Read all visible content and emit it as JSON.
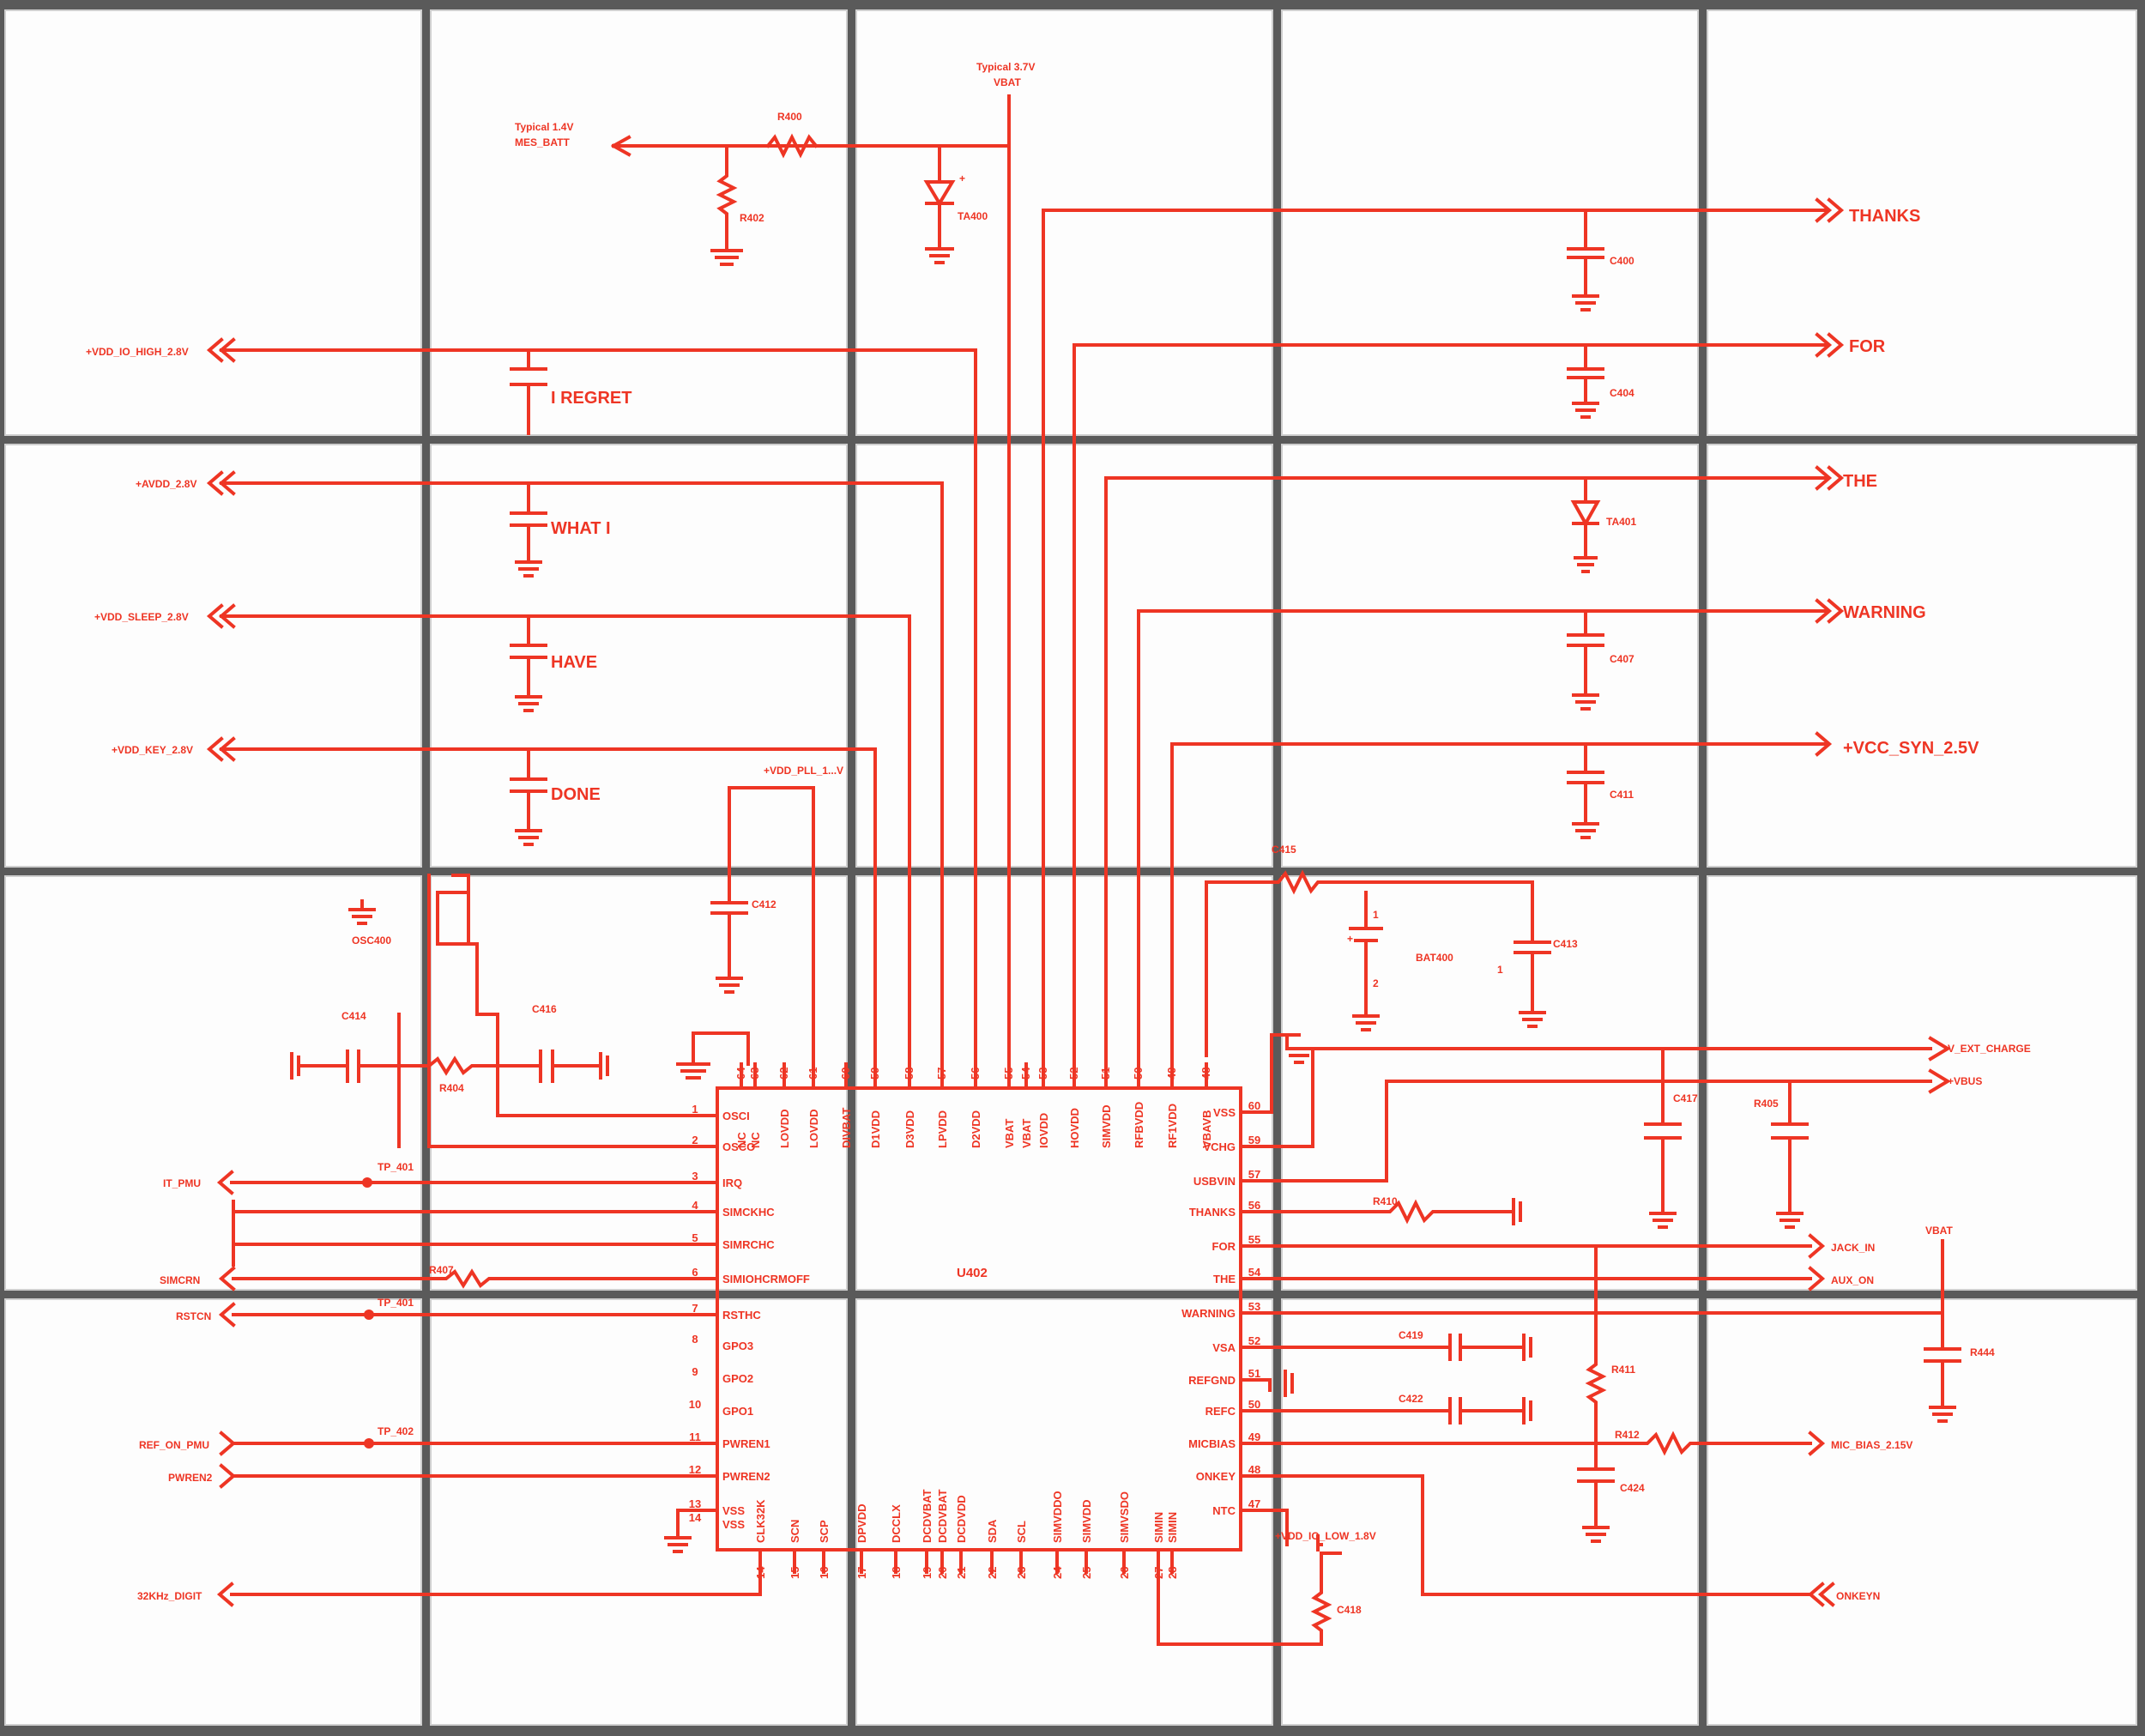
{
  "schematic": {
    "chip_ref": "U402",
    "top_nets": {
      "battery_voltage_note": "Typical 3.7V",
      "battery_net": "VBAT",
      "meas_note": "Typical 1.4V",
      "meas_net": "MES_BATT",
      "pll_net": "+VDD_PLL_1...V",
      "io_low_net": "+VDD_IO_LOW_1.8V",
      "vbat_right": "VBAT"
    },
    "left_nets": [
      "+VDD_IO_HIGH_2.8V",
      "+AVDD_2.8V",
      "+VDD_SLEEP_2.8V",
      "+VDD_KEY_2.8V",
      "IT_PMU",
      "SIMCRN",
      "RSTCN",
      "REF_ON_PMU",
      "PWREN2",
      "32KHz_DIGIT"
    ],
    "right_nets": [
      "THANKS",
      "FOR",
      "THE",
      "WARNING",
      "+VCC_SYN_2.5V",
      "V_EXT_CHARGE",
      "+VBUS",
      "JACK_IN",
      "AUX_ON",
      "MIC_BIAS_2.15V",
      "ONKEYN"
    ],
    "capacitor_notes": [
      "I REGRET",
      "WHAT I",
      "HAVE",
      "DONE"
    ],
    "components": [
      "R400",
      "R402",
      "TA400",
      "C400",
      "C404",
      "TA401",
      "C407",
      "C411",
      "OSC400",
      "C414",
      "C416",
      "R404",
      "C412",
      "C413",
      "BAT400",
      "R405",
      "C417",
      "C415",
      "R407",
      "R410",
      "C419",
      "C422",
      "R411",
      "R412",
      "C424",
      "C418",
      "R444"
    ],
    "test_points": [
      "TP_401",
      "TP_401",
      "TP_402"
    ],
    "chip_left_pins": [
      {
        "num": "1",
        "name": "OSCI"
      },
      {
        "num": "2",
        "name": "OSCO"
      },
      {
        "num": "3",
        "name": "IRQ"
      },
      {
        "num": "4",
        "name": "SIMCKHC"
      },
      {
        "num": "5",
        "name": "SIMRCHC"
      },
      {
        "num": "6",
        "name": "SIMIOHCRMOFF"
      },
      {
        "num": "7",
        "name": "RSTHC"
      },
      {
        "num": "8",
        "name": "GPO3"
      },
      {
        "num": "9",
        "name": "GPO2"
      },
      {
        "num": "10",
        "name": "GPO1"
      },
      {
        "num": "11",
        "name": "PWREN1"
      },
      {
        "num": "12",
        "name": "PWREN2"
      },
      {
        "num": "13",
        "name": "VSS"
      },
      {
        "num": "14",
        "name": "VSS"
      }
    ],
    "chip_right_pins": [
      {
        "num": "60",
        "name": "VSS"
      },
      {
        "num": "59",
        "name": "VCHG"
      },
      {
        "num": "57",
        "name": "USBVIN"
      },
      {
        "num": "56",
        "name": "THANKS"
      },
      {
        "num": "55",
        "name": "FOR"
      },
      {
        "num": "54",
        "name": "THE"
      },
      {
        "num": "53",
        "name": "WARNING"
      },
      {
        "num": "52",
        "name": "VSA"
      },
      {
        "num": "51",
        "name": "REFGND"
      },
      {
        "num": "50",
        "name": "REFC"
      },
      {
        "num": "49",
        "name": "MICBIAS"
      },
      {
        "num": "48",
        "name": "ONKEY"
      },
      {
        "num": "47",
        "name": "NTC"
      }
    ],
    "chip_top_pins": [
      {
        "num": "64",
        "name": "NC"
      },
      {
        "num": "63",
        "name": "NC"
      },
      {
        "num": "62",
        "name": "LOVDD"
      },
      {
        "num": "61",
        "name": "LOVDD"
      },
      {
        "num": "60",
        "name": "DIVBAT"
      },
      {
        "num": "59",
        "name": "D1VDD"
      },
      {
        "num": "58",
        "name": "D3VDD"
      },
      {
        "num": "57",
        "name": "LPVDD"
      },
      {
        "num": "56",
        "name": "D2VDD"
      },
      {
        "num": "55",
        "name": "VBAT"
      },
      {
        "num": "54",
        "name": "VBAT"
      },
      {
        "num": "53",
        "name": "IOVDD"
      },
      {
        "num": "52",
        "name": "HOVDD"
      },
      {
        "num": "51",
        "name": "SIMVDD"
      },
      {
        "num": "50",
        "name": "RFBVDD"
      },
      {
        "num": "49",
        "name": "RF1VDD"
      },
      {
        "num": "48",
        "name": "VBAVB"
      }
    ],
    "chip_bottom_pins": [
      {
        "num": "14",
        "name": "CLK32K"
      },
      {
        "num": "15",
        "name": "SCN"
      },
      {
        "num": "16",
        "name": "SCP"
      },
      {
        "num": "17",
        "name": "DPVDD"
      },
      {
        "num": "18",
        "name": "DCCLX"
      },
      {
        "num": "19",
        "name": "DCDVBAT"
      },
      {
        "num": "20",
        "name": "DCDVBAT"
      },
      {
        "num": "21",
        "name": "DCDVDD"
      },
      {
        "num": "22",
        "name": "SDA"
      },
      {
        "num": "23",
        "name": "SCL"
      },
      {
        "num": "24",
        "name": "SIMVDDO"
      },
      {
        "num": "25",
        "name": "SIMVDD"
      },
      {
        "num": "26",
        "name": "SIMVSDO"
      },
      {
        "num": "27",
        "name": "SIMIN"
      },
      {
        "num": "28",
        "name": "SIMIN"
      }
    ]
  }
}
